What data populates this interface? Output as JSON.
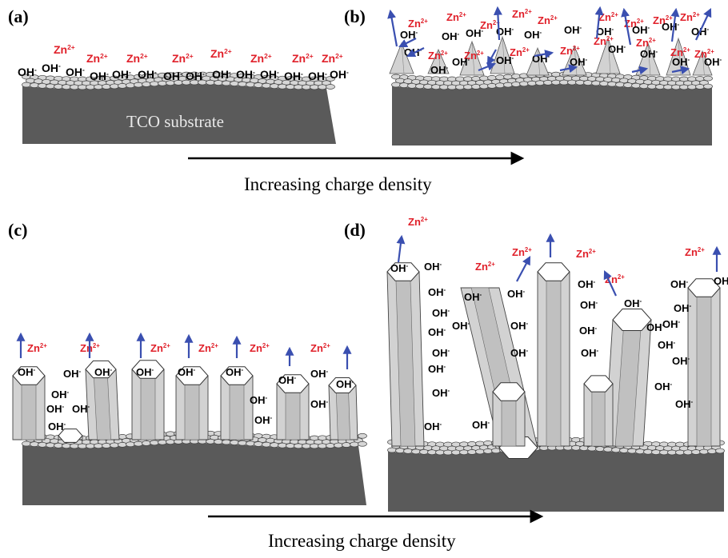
{
  "panels": {
    "a": {
      "label": "(a)",
      "substrate_label": "TCO substrate"
    },
    "b": {
      "label": "(b)"
    },
    "c": {
      "label": "(c)"
    },
    "d": {
      "label": "(d)"
    }
  },
  "captions": {
    "top": "Increasing charge density",
    "bottom": "Increasing charge density"
  },
  "species": {
    "zinc": "Zn",
    "zinc_charge": "2+",
    "hydroxide": "OH",
    "hydroxide_charge": "-"
  },
  "colors": {
    "zinc_text": "#e0202a",
    "arrow": "#3a4fb0",
    "substrate": "#5a5a5a",
    "seed_layer": "#d6d6d6",
    "crystal": "#d2d2d2"
  }
}
